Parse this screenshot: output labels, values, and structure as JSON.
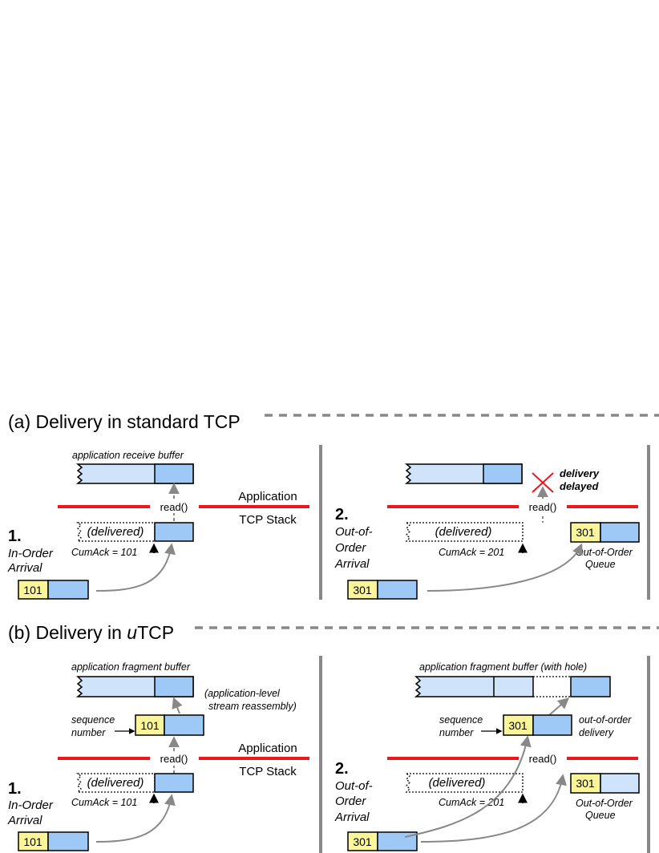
{
  "section_a": {
    "title": "(a) Delivery in standard TCP",
    "layer_app": "Application",
    "layer_tcp": "TCP Stack",
    "left": {
      "step": "1.",
      "arrival_line1": "In-Order",
      "arrival_line2": "Arrival",
      "buffer_label": "application receive buffer",
      "read_label": "read()",
      "delivered_label": "(delivered)",
      "cumack": "CumAck = 101",
      "segment": "101"
    },
    "right": {
      "step": "2.",
      "arrival_line1": "Out-of-",
      "arrival_line2": "Order",
      "arrival_line3": "Arrival",
      "delay_line1": "delivery",
      "delay_line2": "delayed",
      "read_label": "read()",
      "delivered_label": "(delivered)",
      "cumack": "CumAck = 201",
      "queue_segment": "301",
      "queue_line1": "Out-of-Order",
      "queue_line2": "Queue",
      "segment": "301"
    }
  },
  "section_b": {
    "title_prefix": "(b) Delivery in ",
    "title_u": "u",
    "title_suffix": "TCP",
    "layer_app": "Application",
    "layer_tcp": "TCP Stack",
    "left": {
      "step": "1.",
      "arrival_line1": "In-Order",
      "arrival_line2": "Arrival",
      "buffer_label": "application fragment buffer",
      "reassembly_line1": "(application-level",
      "reassembly_line2": "stream reassembly)",
      "seq_line1": "sequence",
      "seq_line2": "number",
      "seq_segment": "101",
      "read_label": "read()",
      "delivered_label": "(delivered)",
      "cumack": "CumAck = 101",
      "segment": "101"
    },
    "right": {
      "step": "2.",
      "arrival_line1": "Out-of-",
      "arrival_line2": "Order",
      "arrival_line3": "Arrival",
      "buffer_label": "application fragment buffer (with hole)",
      "seq_line1": "sequence",
      "seq_line2": "number",
      "seq_segment": "301",
      "ooo_line1": "out-of-order",
      "ooo_line2": "delivery",
      "read_label": "read()",
      "delivered_label": "(delivered)",
      "cumack": "CumAck = 201",
      "queue_segment": "301",
      "queue_line1": "Out-of-Order",
      "queue_line2": "Queue",
      "segment": "301"
    }
  },
  "colors": {
    "buffer_light": "#cfe3fb",
    "payload_blue": "#9ec9f7",
    "header_yellow": "#fbf59a",
    "boundary_red": "#e8191e",
    "arrow_gray": "#888888",
    "divider_gray": "#888888"
  }
}
